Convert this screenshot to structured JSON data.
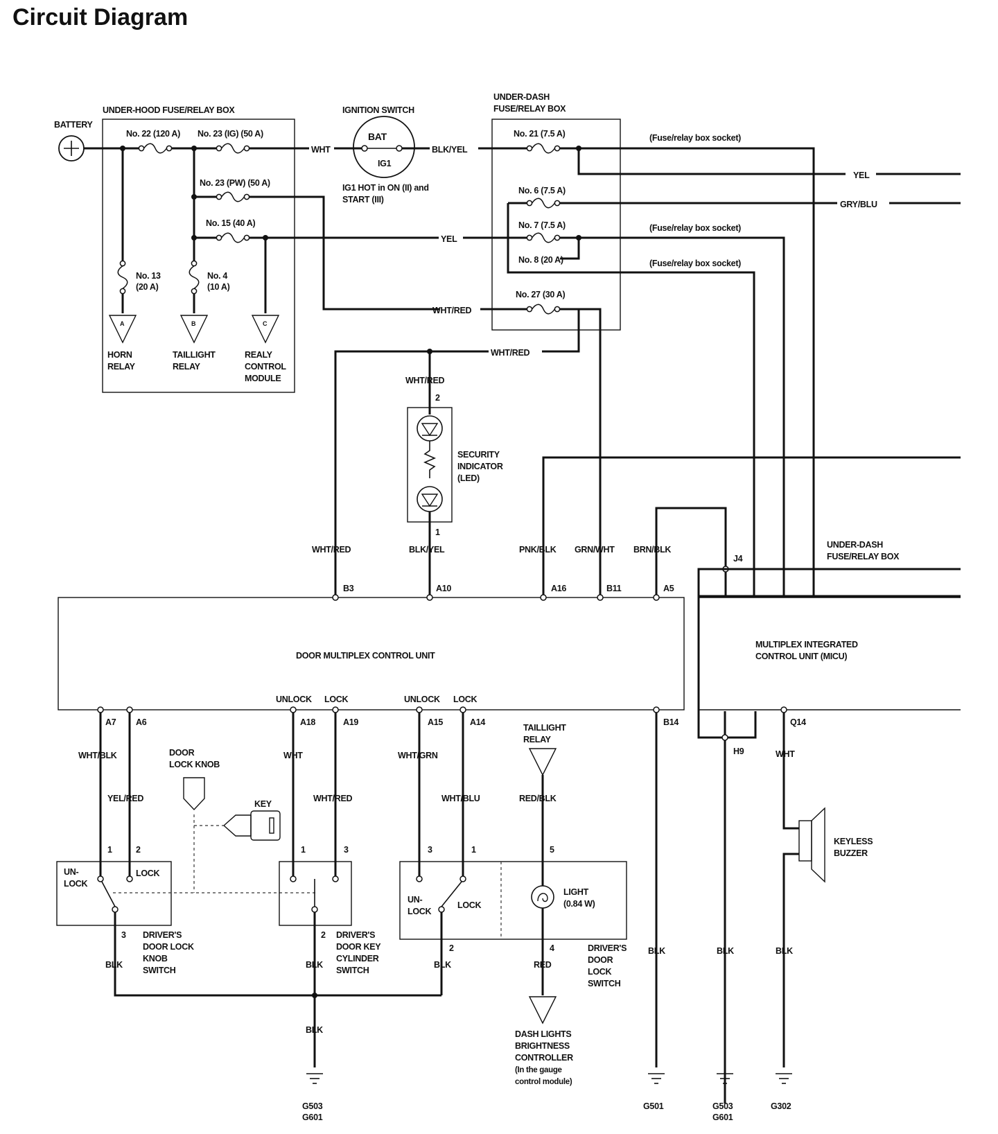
{
  "title": "Circuit Diagram",
  "boxes": {
    "under_hood": "UNDER-HOOD FUSE/RELAY BOX",
    "ignition": "IGNITION SWITCH",
    "under_dash_1": "UNDER-DASH",
    "under_dash_2": "FUSE/RELAY BOX",
    "dmcu": "DOOR MULTIPLEX CONTROL UNIT",
    "micu_1": "MULTIPLEX INTEGRATED",
    "micu_2": "CONTROL UNIT (MICU)"
  },
  "battery": "BATTERY",
  "ignition": {
    "bat": "BAT",
    "ig1": "IG1",
    "note1": "IG1 HOT in ON (II) and",
    "note2": "START (III)"
  },
  "fuses": {
    "f22": "No. 22 (120 A)",
    "f23ig": "No. 23 (IG) (50 A)",
    "f23pw": "No. 23 (PW) (50 A)",
    "f15": "No. 15 (40 A)",
    "f13a": "No. 13",
    "f13b": "(20 A)",
    "f4a": "No. 4",
    "f4b": "(10 A)",
    "f21": "No. 21 (7.5 A)",
    "f6": "No. 6 (7.5 A)",
    "f7": "No. 7 (7.5 A)",
    "f8": "No. 8 (20 A)",
    "f27": "No. 27 (30 A)"
  },
  "relays": {
    "horn_a": "HORN",
    "horn_b": "RELAY",
    "tail_a": "TAILLIGHT",
    "tail_b": "RELAY",
    "realy_a": "REALY",
    "realy_b": "CONTROL",
    "realy_c": "MODULE",
    "tap_a": "A",
    "tap_b": "B",
    "tap_c": "C",
    "tail2_a": "TAILLIGHT",
    "tail2_b": "RELAY"
  },
  "socket": "(Fuse/relay box socket)",
  "wires": {
    "wht": "WHT",
    "blk_yel": "BLK/YEL",
    "yel": "YEL",
    "gry_blu": "GRY/BLU",
    "wht_red": "WHT/RED",
    "pnk_blk": "PNK/BLK",
    "grn_wht": "GRN/WHT",
    "brn_blk": "BRN/BLK",
    "wht_blk": "WHT/BLK",
    "yel_red": "YEL/RED",
    "wht_grn": "WHT/GRN",
    "wht_blu": "WHT/BLU",
    "red_blk": "RED/BLK",
    "red": "RED",
    "blk": "BLK"
  },
  "indicator": {
    "a": "SECURITY",
    "b": "INDICATOR",
    "c": "(LED)",
    "pin_top": "2",
    "pin_bot": "1"
  },
  "pins": {
    "b3": "B3",
    "a10": "A10",
    "a16": "A16",
    "b11": "B11",
    "a5": "A5",
    "j4": "J4",
    "a7": "A7",
    "a6": "A6",
    "a18": "A18",
    "a19": "A19",
    "a15": "A15",
    "a14": "A14",
    "b14": "B14",
    "h9": "H9",
    "q14": "Q14"
  },
  "dmcu_labels": {
    "unlock": "UNLOCK",
    "lock": "LOCK"
  },
  "lock_knob": {
    "knob_a": "DOOR",
    "knob_b": "LOCK KNOB",
    "key": "KEY",
    "un": "UN-",
    "lock_word": "LOCK",
    "lock": "LOCK",
    "name_a": "DRIVER'S",
    "name_b": "DOOR LOCK",
    "name_c": "KNOB",
    "name_d": "SWITCH",
    "p1": "1",
    "p2": "2",
    "p3": "3"
  },
  "key_cyl": {
    "name_a": "DRIVER'S",
    "name_b": "DOOR KEY",
    "name_c": "CYLINDER",
    "name_d": "SWITCH",
    "p1": "1",
    "p3": "3",
    "p2": "2"
  },
  "door_lock": {
    "un": "UN-",
    "lock_word": "LOCK",
    "lock": "LOCK",
    "light_a": "LIGHT",
    "light_b": "(0.84 W)",
    "name_a": "DRIVER'S",
    "name_b": "DOOR",
    "name_c": "LOCK",
    "name_d": "SWITCH",
    "p3": "3",
    "p1": "1",
    "p5": "5",
    "p2": "2",
    "p4": "4"
  },
  "dash": {
    "a": "DASH LIGHTS",
    "b": "BRIGHTNESS",
    "c": "CONTROLLER",
    "d": "(In the gauge",
    "e": "control module)"
  },
  "buzzer": {
    "a": "KEYLESS",
    "b": "BUZZER"
  },
  "micu_box_a": "UNDER-DASH",
  "micu_box_b": "FUSE/RELAY BOX",
  "grounds": {
    "g503": "G503",
    "g601": "G601",
    "g501": "G501",
    "g302": "G302"
  }
}
